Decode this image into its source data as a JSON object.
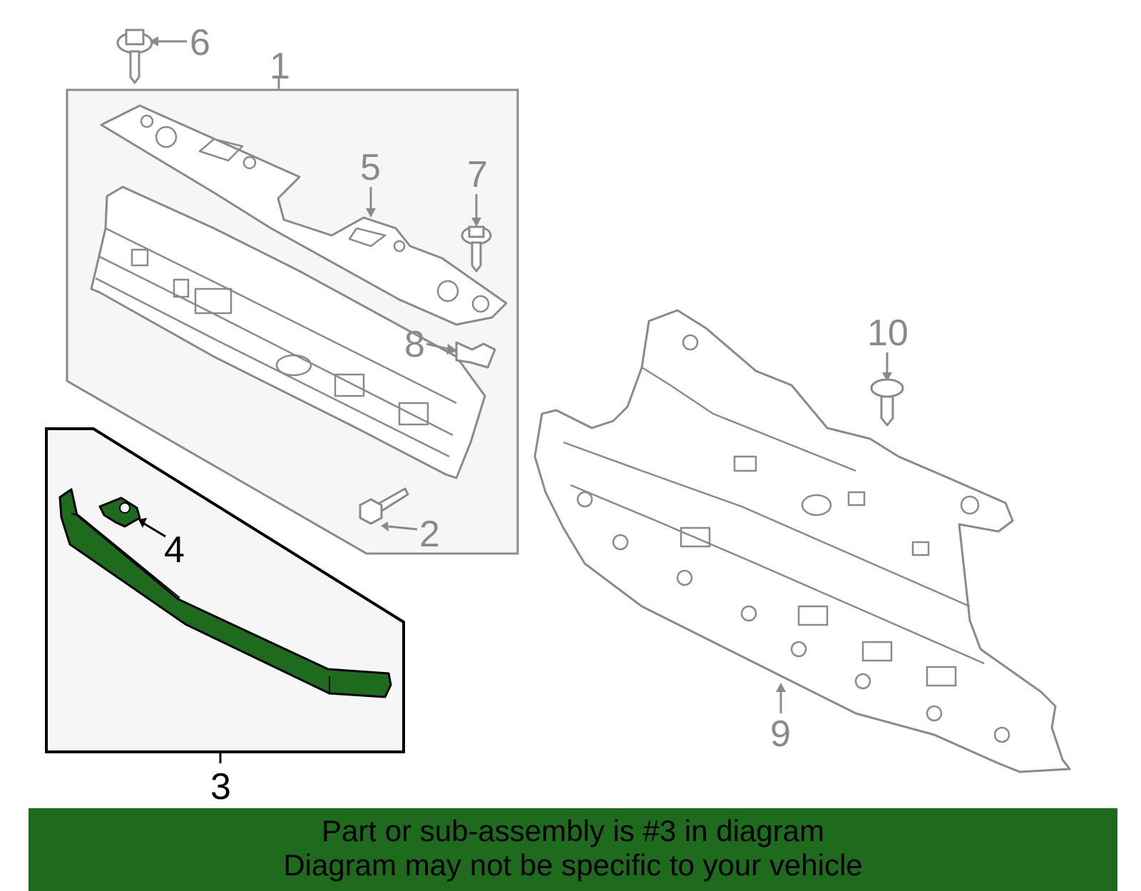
{
  "callouts": {
    "c1": "1",
    "c2": "2",
    "c3": "3",
    "c4": "4",
    "c5": "5",
    "c6": "6",
    "c7": "7",
    "c8": "8",
    "c9": "9",
    "c10": "10"
  },
  "banner": {
    "line1": "Part or sub-assembly is #3 in diagram",
    "line2": "Diagram may not be specific to your vehicle"
  },
  "colors": {
    "highlight": "#1e6b1e",
    "part_outline": "#8a8a8a",
    "panel_fill": "#f6f6f6"
  },
  "highlighted_part": "3"
}
